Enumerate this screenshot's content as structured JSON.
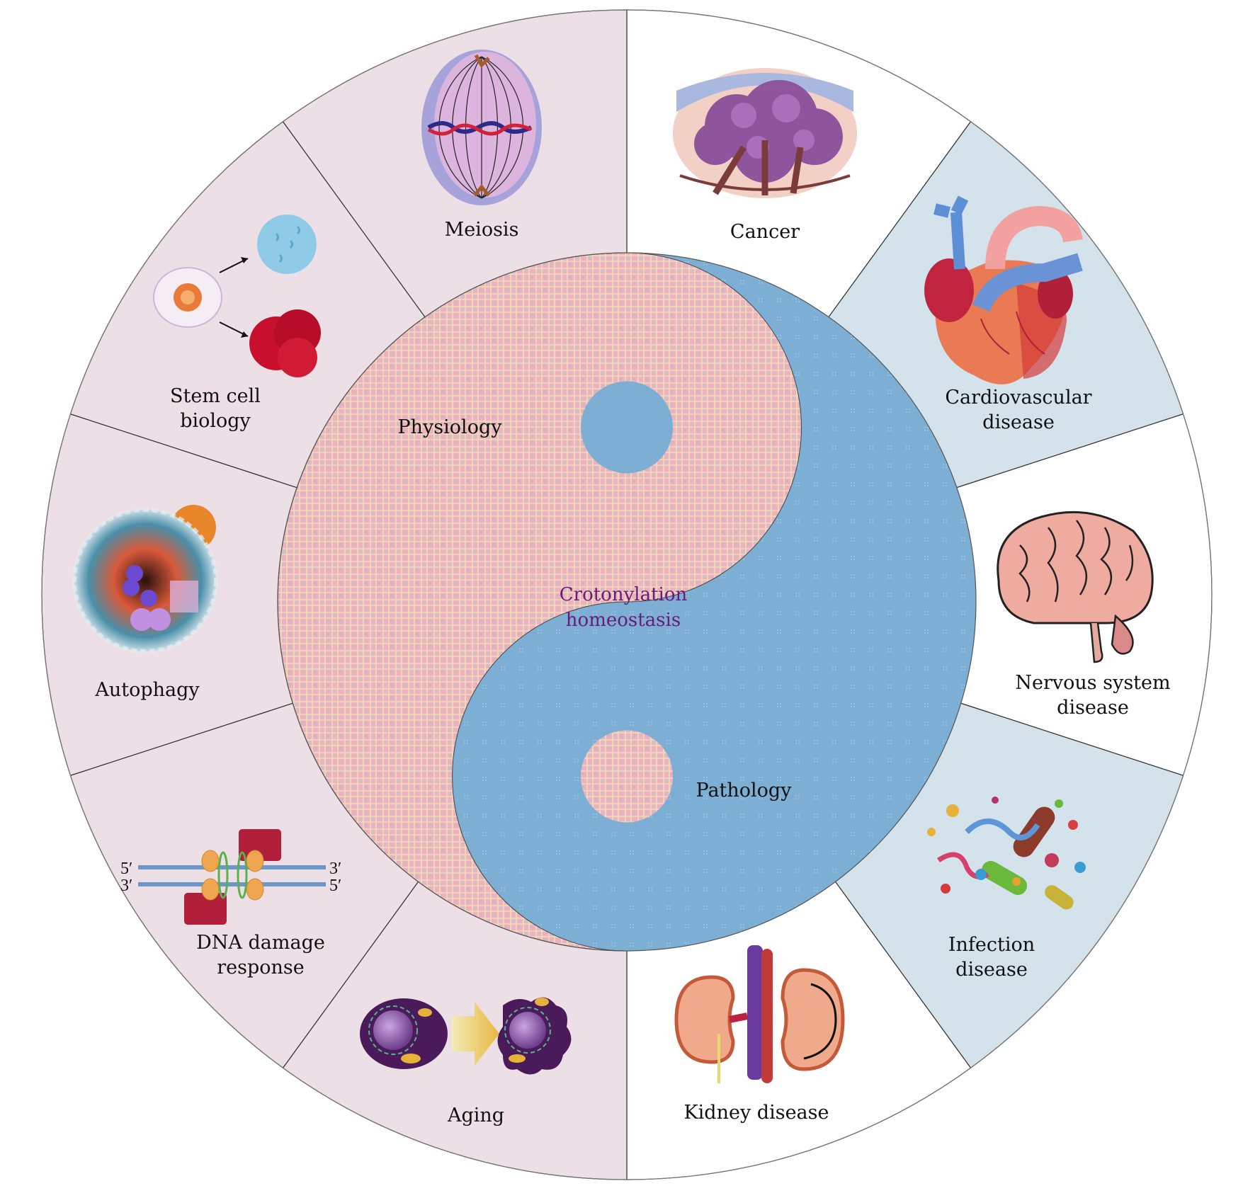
{
  "title": "Crotonylation homeostasis",
  "center": {
    "line1": "Crotonylation",
    "line2": "homeostasis",
    "color": "#6a1b7a"
  },
  "halves": {
    "physiology": {
      "label": "Physiology",
      "color": "#eab3bf"
    },
    "pathology": {
      "label": "Pathology",
      "color": "#7daed4"
    }
  },
  "colors": {
    "physiology_sector": "#ece0e6",
    "pathology_sector_shaded": "#d4e3eb",
    "pathology_sector_plain": "#ffffff",
    "divider": "#333333"
  },
  "sectors": [
    {
      "id": "cancer",
      "group": "pathology",
      "shaded": false,
      "lines": [
        "Cancer"
      ],
      "icon": "tumor-icon"
    },
    {
      "id": "cardiovascular",
      "group": "pathology",
      "shaded": true,
      "lines": [
        "Cardiovascular",
        "disease"
      ],
      "icon": "heart-icon"
    },
    {
      "id": "nervous",
      "group": "pathology",
      "shaded": false,
      "lines": [
        "Nervous system",
        "disease"
      ],
      "icon": "brain-icon"
    },
    {
      "id": "infection",
      "group": "pathology",
      "shaded": true,
      "lines": [
        "Infection",
        "disease"
      ],
      "icon": "microbes-icon"
    },
    {
      "id": "kidney",
      "group": "pathology",
      "shaded": false,
      "lines": [
        "Kidney disease"
      ],
      "icon": "kidney-icon"
    },
    {
      "id": "aging",
      "group": "physiology",
      "shaded": false,
      "lines": [
        "Aging"
      ],
      "icon": "aging-cell-icon"
    },
    {
      "id": "dna",
      "group": "physiology",
      "shaded": false,
      "lines": [
        "DNA damage",
        "response"
      ],
      "icon": "dna-repair-icon"
    },
    {
      "id": "autophagy",
      "group": "physiology",
      "shaded": false,
      "lines": [
        "Autophagy"
      ],
      "icon": "autophagy-cell-icon"
    },
    {
      "id": "stemcell",
      "group": "physiology",
      "shaded": false,
      "lines": [
        "Stem cell",
        "biology"
      ],
      "icon": "stem-cell-icon"
    },
    {
      "id": "meiosis",
      "group": "physiology",
      "shaded": false,
      "lines": [
        "Meiosis"
      ],
      "icon": "spindle-icon"
    }
  ],
  "dna_labels": {
    "left_top": "5′",
    "left_bottom": "3′",
    "right_top": "3′",
    "right_bottom": "5′"
  }
}
